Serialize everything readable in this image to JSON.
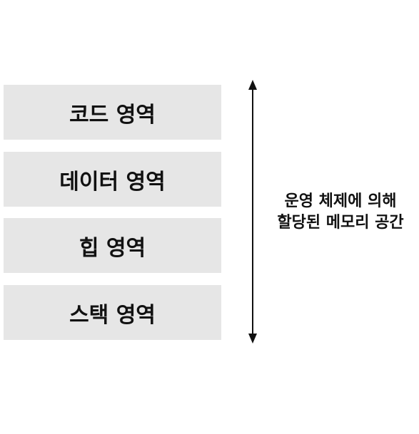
{
  "diagram": {
    "segments": [
      {
        "label": "코드 영역"
      },
      {
        "label": "데이터 영역"
      },
      {
        "label": "힙 영역"
      },
      {
        "label": "스택 영역"
      }
    ],
    "annotation": {
      "line1": "운영 체제에 의해",
      "line2": "할당된 메모리 공간"
    },
    "colors": {
      "segment_fill": "#e6e6e6",
      "text": "#111111",
      "arrow": "#111111"
    },
    "icons": {
      "arrow": "double-headed-vertical-arrow-icon"
    }
  }
}
